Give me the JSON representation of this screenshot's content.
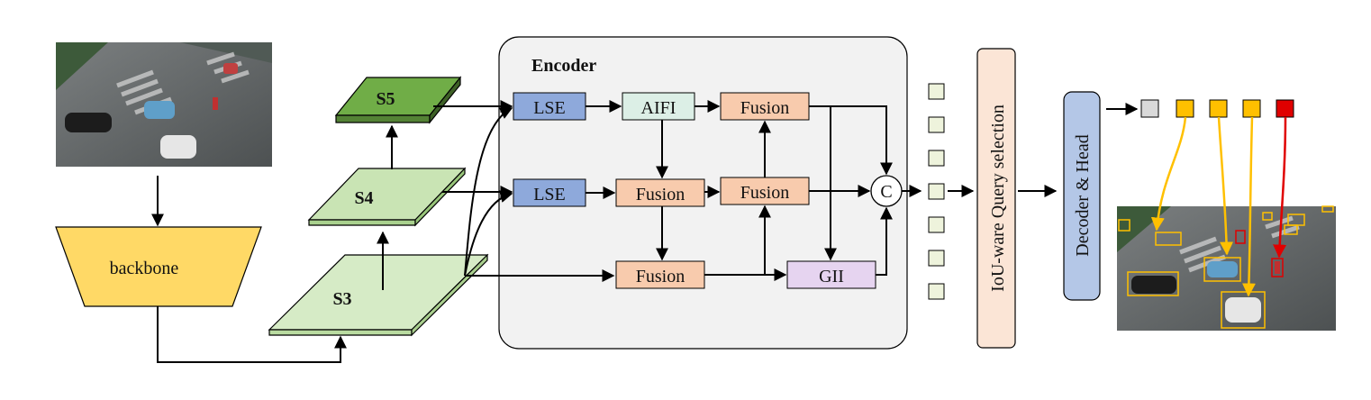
{
  "encoder": {
    "title": "Encoder"
  },
  "backbone": {
    "label": "backbone"
  },
  "stages": {
    "s3": "S3",
    "s4": "S4",
    "s5": "S5"
  },
  "blocks": {
    "lse_top": "LSE",
    "lse_mid": "LSE",
    "aifi": "AIFI",
    "fusion_top": "Fusion",
    "fusion_mid_left": "Fusion",
    "fusion_mid_right": "Fusion",
    "fusion_bottom": "Fusion",
    "gii": "GII",
    "concat": "C"
  },
  "query_selection": {
    "label": "IoU-ware Query selection"
  },
  "decoder": {
    "label": "Decoder & Head"
  },
  "colors": {
    "lse": "#8ea9db",
    "aifi": "#dcefe6",
    "fusion": "#f8cbad",
    "gii": "#e6d4f0",
    "backbone": "#ffd966",
    "stage_light": "#c9e4b4",
    "stage_dark": "#548235",
    "query_box": "#fbe5d6",
    "decoder_box": "#b4c7e7",
    "token": "#eef3dc",
    "query_gray": "#d9d9d9",
    "query_yellow": "#ffc000",
    "query_red": "#e00000"
  }
}
